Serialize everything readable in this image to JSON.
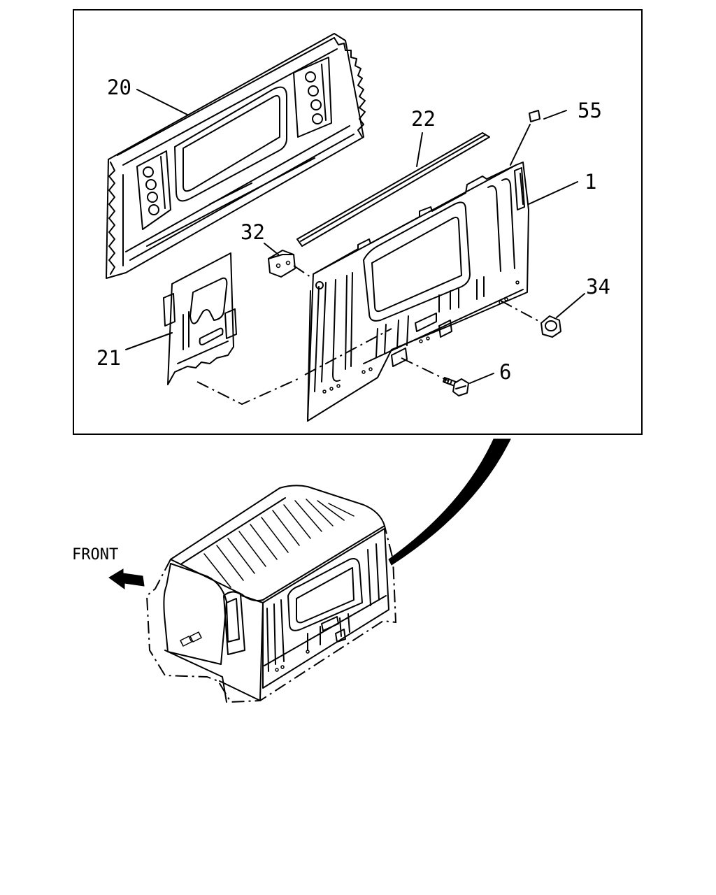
{
  "callouts": {
    "c20": "20",
    "c22": "22",
    "c55": "55",
    "c1": "1",
    "c32": "32",
    "c34": "34",
    "c21": "21",
    "c6": "6"
  },
  "orientation": {
    "label": "FRONT"
  }
}
